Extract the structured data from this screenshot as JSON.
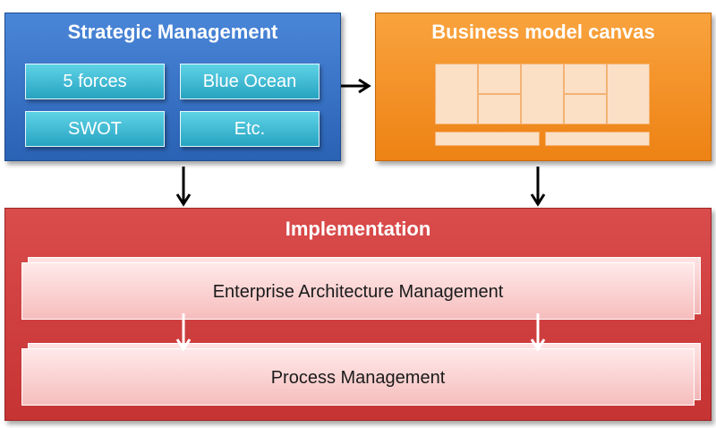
{
  "strategic": {
    "title": "Strategic Management",
    "tools": [
      "5 forces",
      "Blue Ocean",
      "SWOT",
      "Etc."
    ]
  },
  "bmc": {
    "title": "Business model canvas"
  },
  "implementation": {
    "title": "Implementation",
    "layers": [
      "Enterprise Architecture Management",
      "Process Management"
    ]
  },
  "colors": {
    "strategic": "#3a74c8",
    "tool": "#3cb8d4",
    "bmc": "#f59428",
    "implementation": "#d04040",
    "layer": "#f8cccc"
  }
}
